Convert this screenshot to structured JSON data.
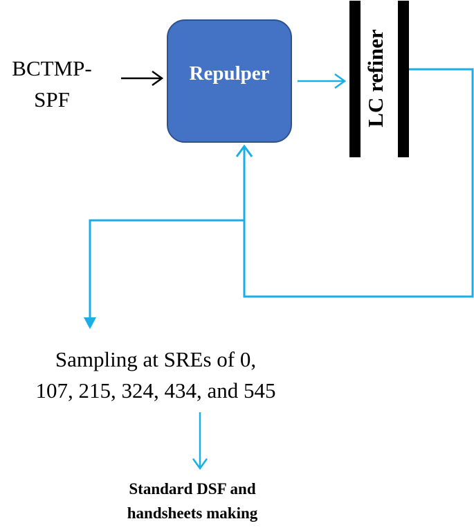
{
  "colors": {
    "flow_line": "#1aaee8",
    "input_arrow": "#000000",
    "repulper_fill": "#4472c4",
    "repulper_border": "#2f528f",
    "refiner_bar": "#000000"
  },
  "nodes": {
    "input": {
      "lines": [
        "BCTMP-",
        "SPF"
      ]
    },
    "repulper": {
      "label": "Repulper"
    },
    "refiner": {
      "label": "LC refiner"
    },
    "sampling": {
      "lines": [
        "Sampling at SREs of 0,",
        "107, 215, 324, 434, and 545"
      ]
    },
    "output": {
      "lines": [
        "Standard DSF and",
        "handsheets making"
      ]
    }
  }
}
